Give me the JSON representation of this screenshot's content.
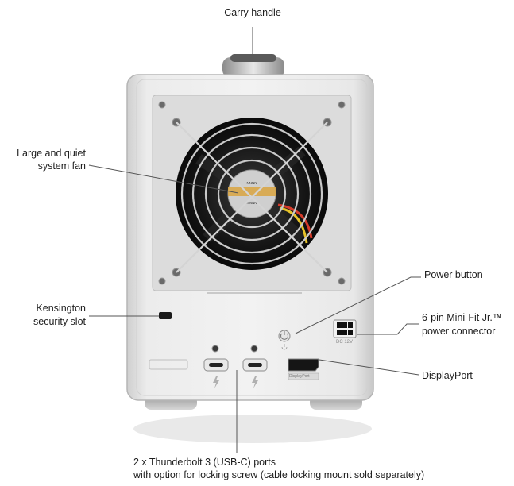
{
  "labels": {
    "carry_handle": "Carry handle",
    "fan_line1": "Large and quiet",
    "fan_line2": "system fan",
    "kensington_line1": "Kensington",
    "kensington_line2": "security slot",
    "power_button": "Power button",
    "power_connector_line1": "6-pin Mini-Fit Jr.™",
    "power_connector_line2": "power connector",
    "displayport": "DisplayPort",
    "thunderbolt_line1": "2 x Thunderbolt 3 (USB-C) ports",
    "thunderbolt_line2": "with option for locking screw (cable locking mount sold separately)"
  },
  "device_markings": {
    "dc_label": "DC 12V",
    "dp_label": "DisplayPort"
  },
  "colors": {
    "enclosure": "#e4e4e4",
    "enclosure_edge": "#bdbdbd",
    "fan_dark": "#1b1b1b",
    "fan_hub_tag": "#d9a441",
    "leader_line": "#555555"
  }
}
